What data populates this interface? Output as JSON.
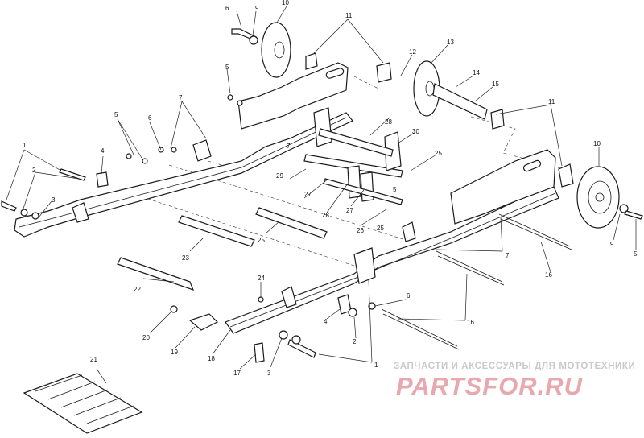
{
  "callouts": {
    "c1a": "1",
    "c1b": "1",
    "c2a": "2",
    "c2b": "2",
    "c3a": "3",
    "c3b": "3",
    "c4a": "4",
    "c4b": "4",
    "c5a": "5",
    "c5b": "5",
    "c5c": "5",
    "c5d": "5",
    "c6a": "6",
    "c6b": "6",
    "c6c": "6",
    "c7a": "7",
    "c7b": "7",
    "c7c": "7",
    "c9a": "9",
    "c9b": "9",
    "c10a": "10",
    "c10b": "10",
    "c11a": "11",
    "c11b": "11",
    "c12": "12",
    "c13": "13",
    "c14": "14",
    "c15": "15",
    "c16a": "16",
    "c16b": "16",
    "c17": "17",
    "c18": "18",
    "c19": "19",
    "c20": "20",
    "c21": "21",
    "c22": "22",
    "c23": "23",
    "c24": "24",
    "c25a": "25",
    "c25b": "25",
    "c25c": "25",
    "c26": "26",
    "c27a": "27",
    "c27b": "27",
    "c28a": "28",
    "c28b": "28",
    "c29": "29",
    "c30": "30"
  },
  "watermark": {
    "tagline": "ЗАПЧАСТИ И АКСЕССУАРЫ ДЛЯ МОТОТЕХНИКИ",
    "logo": "PARTSFOR.RU"
  }
}
